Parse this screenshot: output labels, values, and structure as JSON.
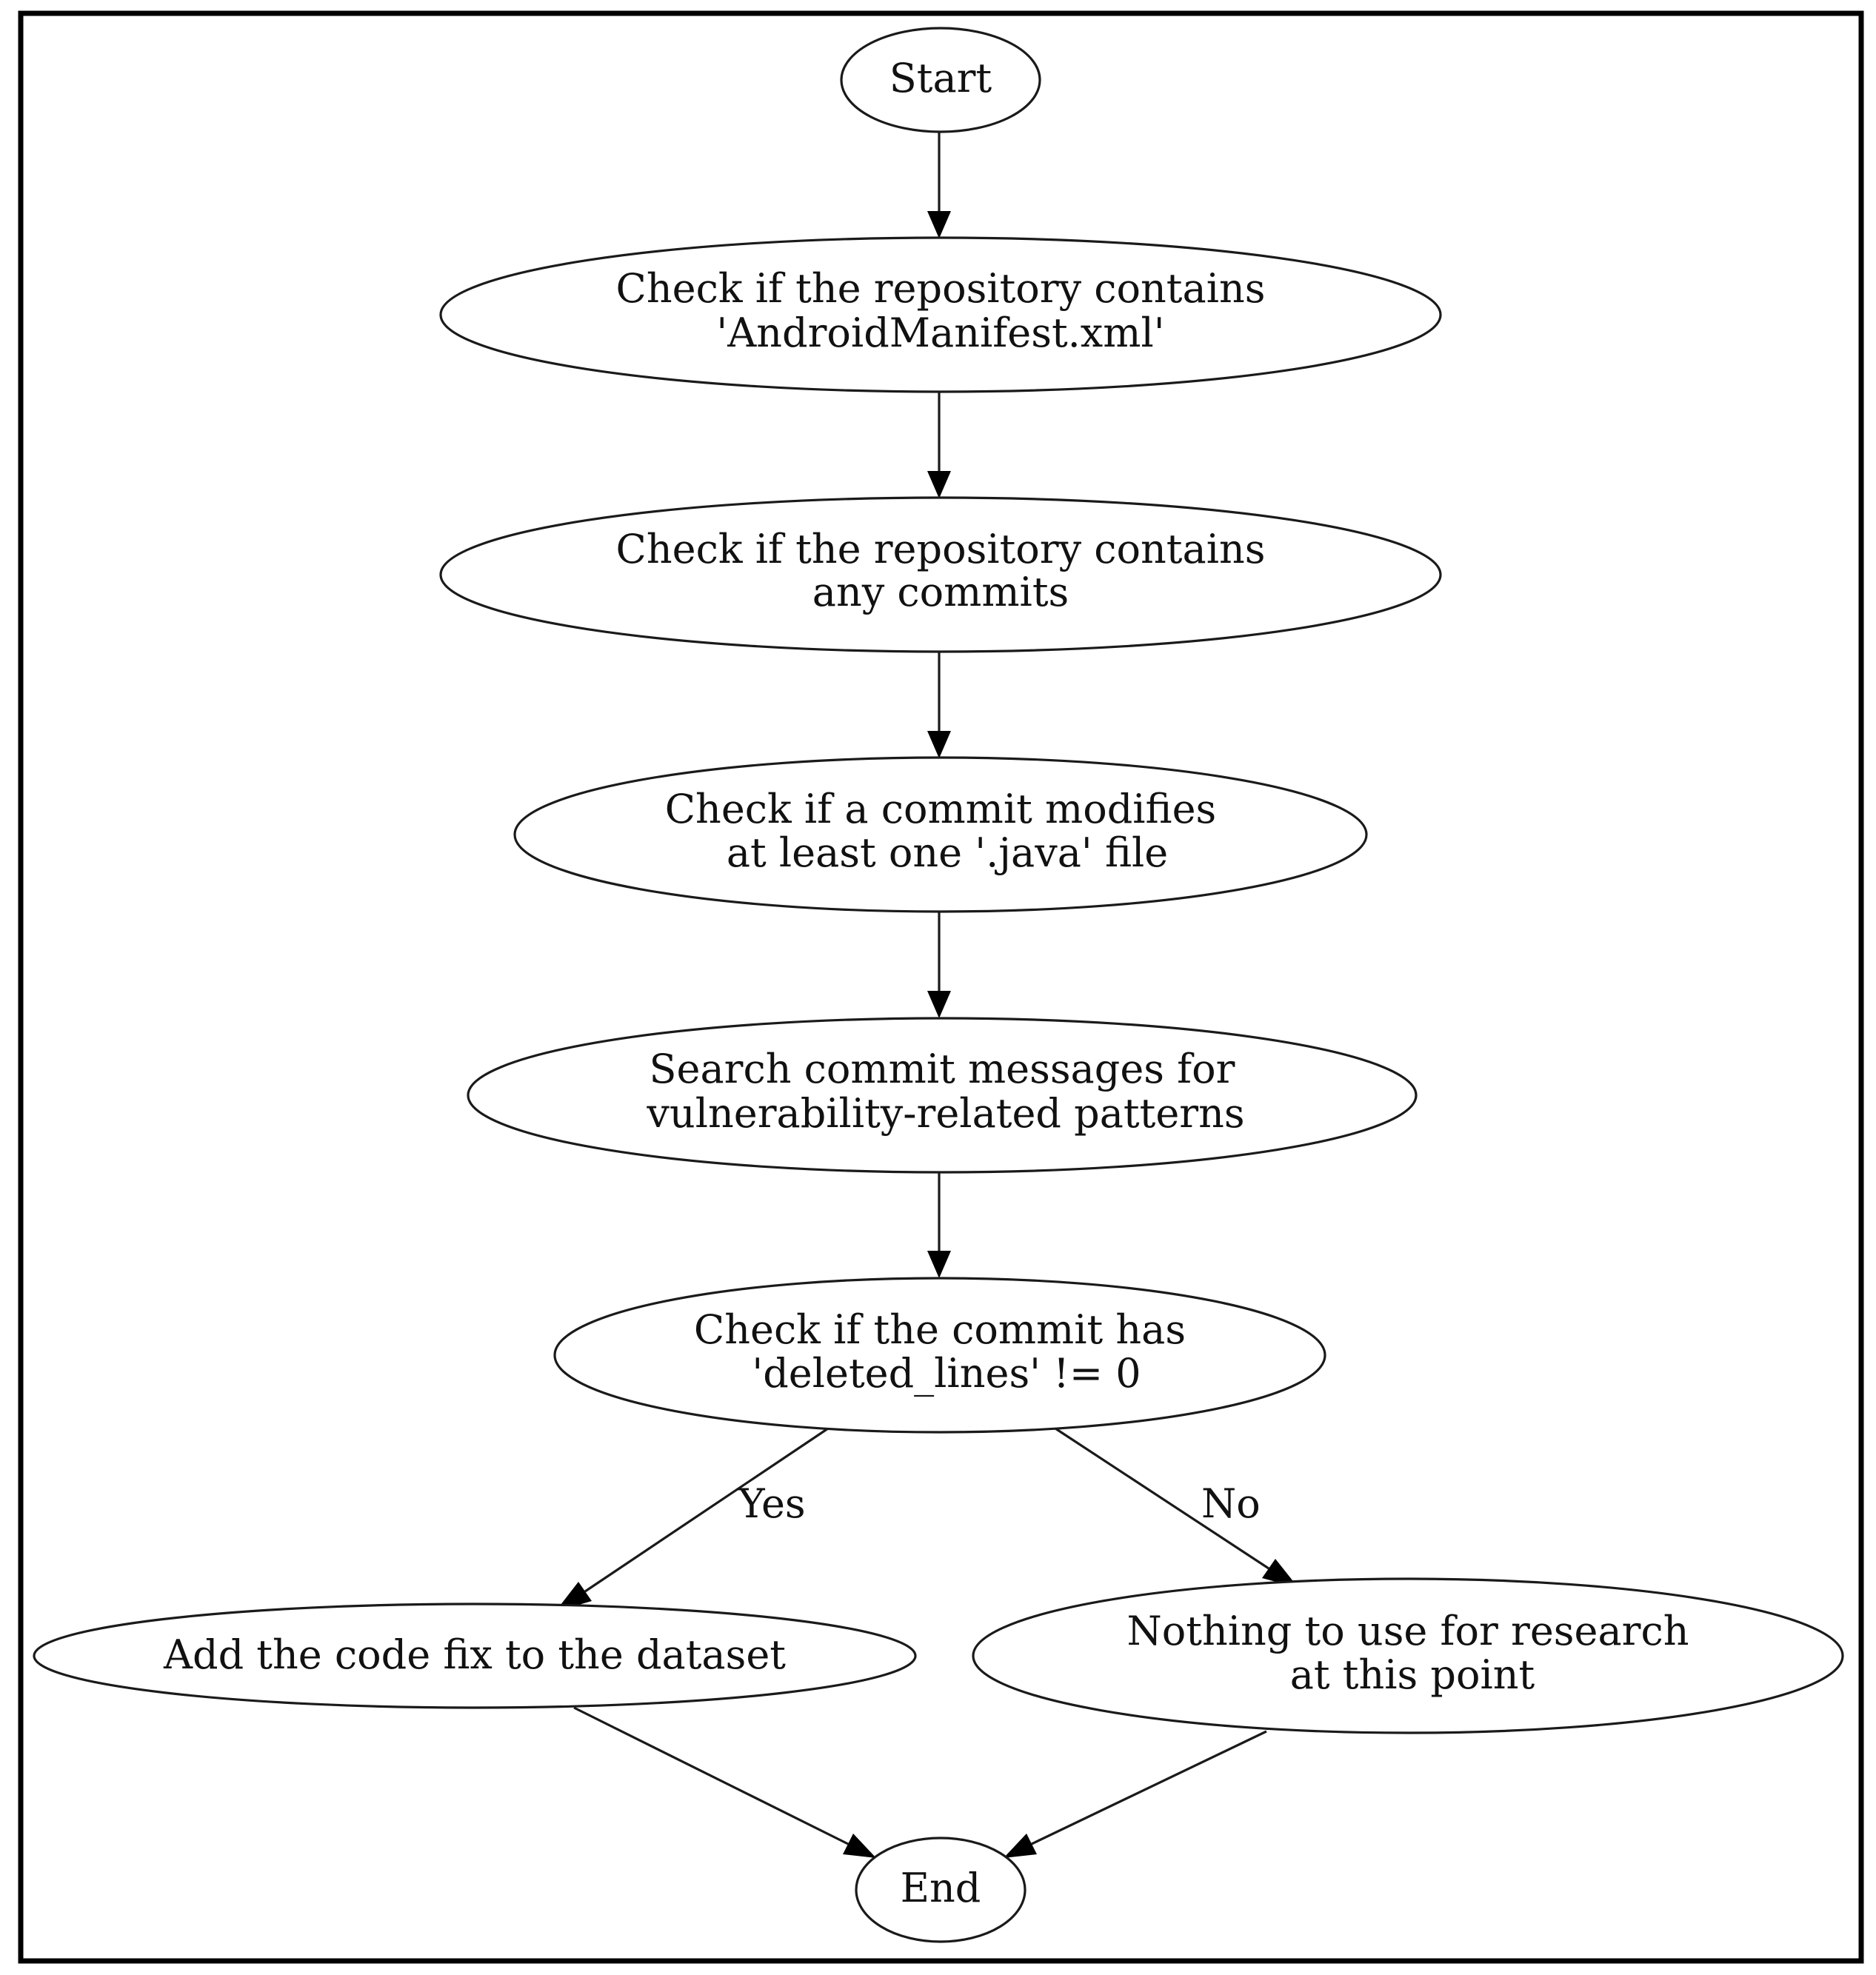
{
  "diagram": {
    "nodes": {
      "start": {
        "lines": [
          "Start"
        ]
      },
      "check_manifest": {
        "lines": [
          "Check if the repository contains",
          "'AndroidManifest.xml'"
        ]
      },
      "check_commits": {
        "lines": [
          "Check if the repository contains",
          "any commits"
        ]
      },
      "check_java": {
        "lines": [
          "Check if a commit modifies",
          "at least one '.java' file"
        ]
      },
      "search_messages": {
        "lines": [
          "Search commit messages for",
          "vulnerability-related patterns"
        ]
      },
      "check_deleted": {
        "lines": [
          "Check if the commit has",
          "'deleted_lines' != 0"
        ]
      },
      "add_fix": {
        "lines": [
          "Add the code fix to the dataset"
        ]
      },
      "nothing": {
        "lines": [
          "Nothing to use for research",
          "at this point"
        ]
      },
      "end": {
        "lines": [
          "End"
        ]
      }
    },
    "edges": {
      "yes_label": "Yes",
      "no_label": "No"
    }
  }
}
